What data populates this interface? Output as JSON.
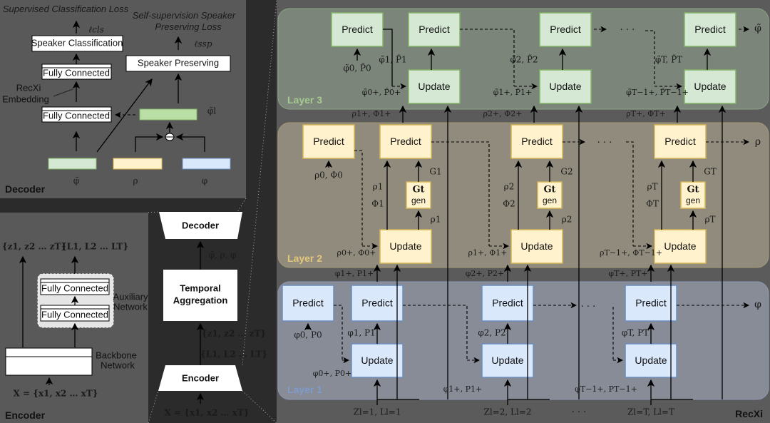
{
  "decoder_panel": {
    "title": "Decoder",
    "cls_loss_title": "Supervised Classification Loss",
    "cls_loss_symbol": "ℓcls",
    "ssp_loss_title_1": "Self-supervision Speaker",
    "ssp_loss_title_2": "Preserving Loss",
    "ssp_loss_symbol": "ℓssp",
    "speaker_classification": "Speaker Classification",
    "speaker_preserving": "Speaker Preserving",
    "fully_connected": "Fully Connected",
    "embedding_label_1": "RecXi",
    "embedding_label_2": "Embedding",
    "phi_tilde_l": "φ̃l",
    "phi_tilde": "φ̃",
    "rho": "ρ",
    "phi": "φ"
  },
  "encoder_panel": {
    "title": "Encoder",
    "z_outputs": "{z1, z2 … zT}",
    "l_outputs": "{L1, L2 … LT}",
    "fully_connected": "Fully Connected",
    "aux_label_1": "Auxiliary",
    "aux_label_2": "Network",
    "backbone_label_1": "Backbone",
    "backbone_label_2": "Network",
    "input": "X = {x1, x2 … xT}"
  },
  "pipeline": {
    "decoder": "Decoder",
    "temporal_1": "Temporal",
    "temporal_2": "Aggregation",
    "encoder": "Encoder",
    "decoder_inputs": "φ̃, ρ, φ",
    "z_set": "{z1, z2 … zT}",
    "l_set": "{L1, L2 … LT}",
    "input": "X = {x1, x2 … xT}"
  },
  "recxi": {
    "title": "RecXi",
    "predict": "Predict",
    "update": "Update",
    "gen_top": "Gt",
    "gen_bottom": "gen",
    "ellipsis": "· · ·",
    "layer3": {
      "label": "Layer 3",
      "color": "#d5e8d4",
      "border": "#82b366",
      "output": "φ̃",
      "init": "φ̃0, P̃0",
      "plus": [
        "φ̃0+, P̃0+",
        "φ̃1+, P̃1+",
        "φ̃T−1+, P̃T−1+"
      ],
      "states": [
        "φ̃1, P̃1",
        "φ̃2, P̃2",
        "φ̃T, P̃T"
      ]
    },
    "layer2": {
      "label": "Layer 2",
      "color": "#fff2cc",
      "border": "#d6b656",
      "output": "ρ",
      "init": "ρ0, Φ0",
      "plus": [
        "ρ0+, Φ0+",
        "ρ1+, Φ1+",
        "ρT−1+, ΦT−1+"
      ],
      "rho": [
        "ρ1",
        "ρ2",
        "ρT"
      ],
      "Phi": [
        "Φ1",
        "Φ2",
        "ΦT"
      ],
      "G": [
        "G1",
        "G2",
        "GT"
      ],
      "up_out": [
        "ρ1+, Φ1+",
        "ρ2+, Φ2+",
        "ρT+, ΦT+"
      ]
    },
    "layer1": {
      "label": "Layer 1",
      "color": "#dae8fc",
      "border": "#6c8ebf",
      "output": "φ",
      "init": "φ0, P0",
      "plus": [
        "φ0+, P0+",
        "φ1+, P1+",
        "φT−1+, PT−1+"
      ],
      "states": [
        "φ1, P1",
        "φ2, P2",
        "φT, PT"
      ],
      "up_out": [
        "φ1+, P1+",
        "φ2+, P2+",
        "φT+, PT+"
      ]
    },
    "inputs": [
      "Zl=1, Ll=1",
      "Zl=2, Ll=2",
      "Zl=T, Ll=T"
    ]
  }
}
